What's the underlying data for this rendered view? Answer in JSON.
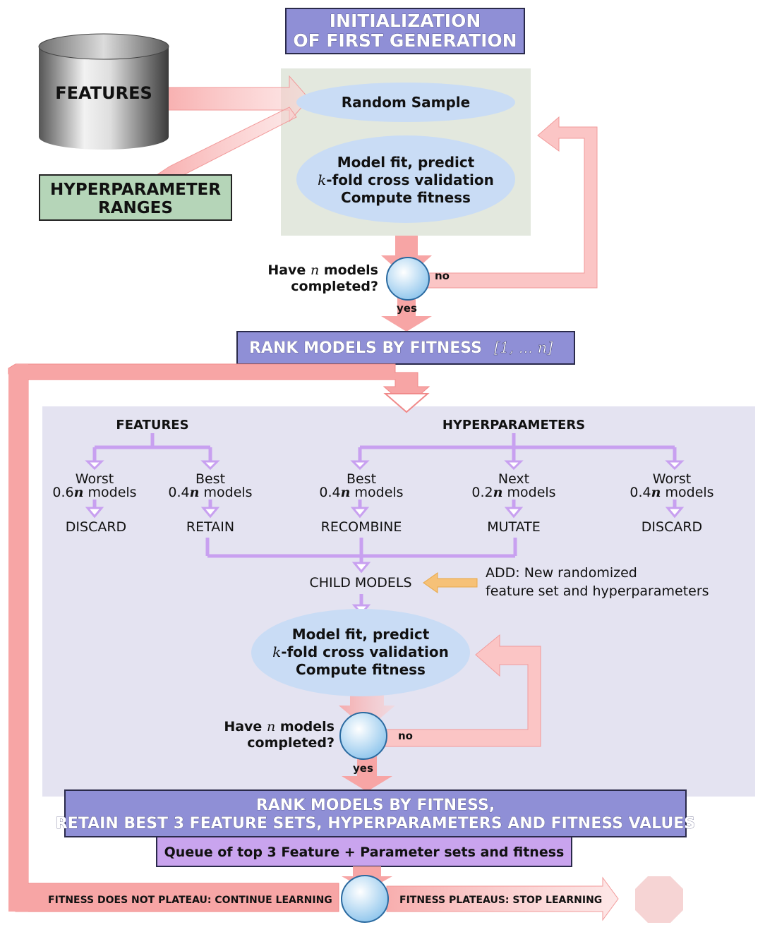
{
  "colors": {
    "header_fill": "#8f8fd6",
    "header_border": "#2a2a4a",
    "stage1_panel": "#e3e8de",
    "stage2_panel": "#e4e3f1",
    "ellipse": "#c9dcf5",
    "arrow_pink": "#f7a5a5",
    "arrow_purple": "#c8a0f0",
    "arrow_orange": "#f6c177",
    "hyper_box": "#b5d5b8",
    "queue_box": "#c9a4ee",
    "stop_octagon": "#f6d4d4"
  },
  "init": {
    "line1": "INITIALIZATION",
    "line2": "OF FIRST GENERATION"
  },
  "features_db": {
    "label": "FEATURES"
  },
  "hyper_ranges": {
    "line1": "HYPERPARAMETER",
    "line2": "RANGES"
  },
  "stage1": {
    "random_sample": "Random Sample",
    "fit_line1": "Model fit, predict",
    "fit_k": "k",
    "fit_line2_rest": "-fold cross validation",
    "fit_line3": "Compute fitness",
    "decision_have": "Have",
    "decision_n": "n",
    "decision_models": "models",
    "decision_line2": "completed?",
    "no": "no",
    "yes": "yes"
  },
  "rank1": {
    "label": "RANK MODELS BY FITNESS",
    "range": "[1, ... n]"
  },
  "stage2": {
    "features_title": "FEATURES",
    "hyper_title": "HYPERPARAMETERS",
    "groups": [
      {
        "line1": "Worst",
        "frac": "0.6",
        "n": "n",
        "models": " models",
        "action": "DISCARD"
      },
      {
        "line1": "Best",
        "frac": "0.4",
        "n": "n",
        "models": " models",
        "action": "RETAIN"
      },
      {
        "line1": "Best",
        "frac": "0.4",
        "n": "n",
        "models": " models",
        "action": "RECOMBINE"
      },
      {
        "line1": "Next",
        "frac": "0.2",
        "n": "n",
        "models": " models",
        "action": "MUTATE"
      },
      {
        "line1": "Worst",
        "frac": "0.4",
        "n": "n",
        "models": " models",
        "action": "DISCARD"
      }
    ],
    "child_models": "CHILD MODELS",
    "add_line1": "ADD: New randomized",
    "add_line2": "feature set and hyperparameters",
    "fit_line1": "Model fit, predict",
    "fit_k": "k",
    "fit_line2_rest": "-fold cross validation",
    "fit_line3": "Compute fitness",
    "decision_have": "Have",
    "decision_n": "n",
    "decision_models": "models",
    "decision_line2": "completed?",
    "no": "no",
    "yes": "yes"
  },
  "rank2": {
    "line1": "RANK MODELS BY FITNESS,",
    "line2": "RETAIN BEST 3 FEATURE SETS, HYPERPARAMETERS AND FITNESS VALUES"
  },
  "queue": {
    "label": "Queue of top 3 Feature + Parameter sets and fitness"
  },
  "continue_label": "FITNESS DOES NOT PLATEAU: CONTINUE LEARNING",
  "stop_label": "FITNESS PLATEAUS: STOP LEARNING"
}
